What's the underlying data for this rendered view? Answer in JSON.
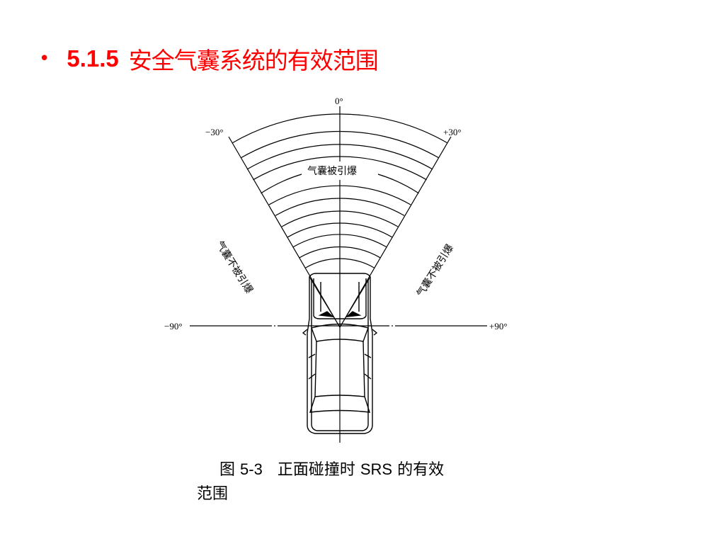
{
  "slide": {
    "bullet": "•",
    "section_number": "5.1.5",
    "section_title": "安全气囊系统的有效范围",
    "title_color": "#ff0000"
  },
  "figure": {
    "angle_labels": {
      "top": "0°",
      "left_30": "−30°",
      "right_30": "+30°",
      "left_90": "−90°",
      "right_90": "+90°"
    },
    "zone_labels": {
      "deploy": "气囊被引爆",
      "no_deploy_left": "气囊不被引爆",
      "no_deploy_right": "气囊不被引爆"
    },
    "caption_prefix": "图",
    "caption_number": "5-3",
    "caption_text_1": "正面碰撞时",
    "caption_acronym": "SRS",
    "caption_text_2": "的有效",
    "caption_text_3": "范围"
  }
}
